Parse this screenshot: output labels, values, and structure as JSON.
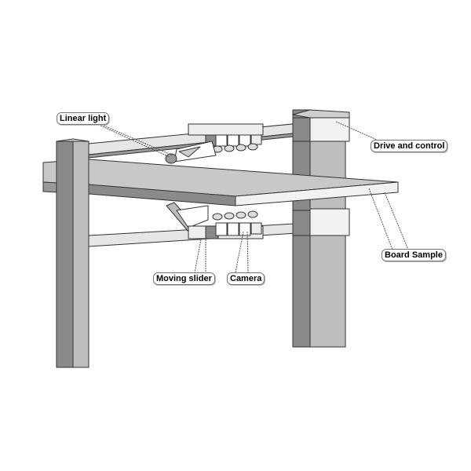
{
  "labels": {
    "linear_light": "Linear light",
    "drive_and_control": "Drive and control",
    "board_sample": "Board Sample",
    "moving_slider": "Moving slider",
    "camera": "Camera"
  },
  "colors": {
    "dark": "#8a8a8a",
    "mid": "#bdbdbd",
    "light": "#e6e6e6",
    "outline": "#333333"
  }
}
